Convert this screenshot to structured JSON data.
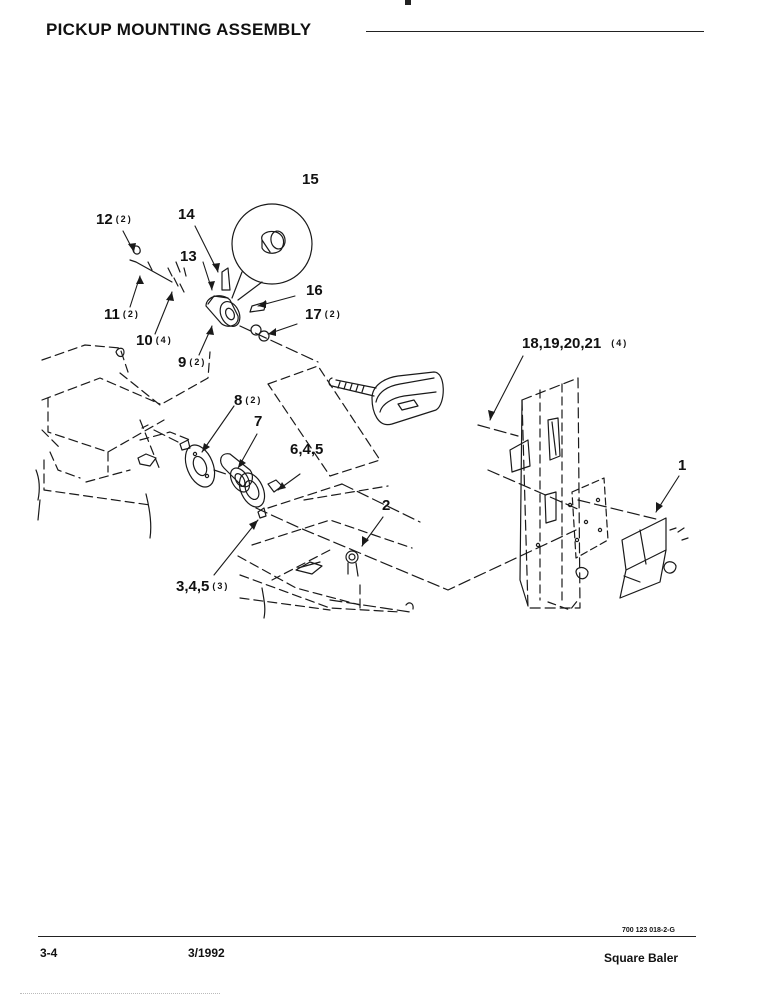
{
  "header": {
    "title": "PICKUP MOUNTING ASSEMBLY"
  },
  "callouts": [
    {
      "id": "c15",
      "label": "15",
      "qty": ""
    },
    {
      "id": "c12",
      "label": "12",
      "qty": "(2)"
    },
    {
      "id": "c14",
      "label": "14",
      "qty": ""
    },
    {
      "id": "c13",
      "label": "13",
      "qty": ""
    },
    {
      "id": "c16",
      "label": "16",
      "qty": ""
    },
    {
      "id": "c11",
      "label": "11",
      "qty": "(2)"
    },
    {
      "id": "c17",
      "label": "17",
      "qty": "(2)"
    },
    {
      "id": "c10",
      "label": "10",
      "qty": "(4)"
    },
    {
      "id": "c9",
      "label": "9",
      "qty": "(2)"
    },
    {
      "id": "c18",
      "label": "18,19,20,21",
      "qty": "(4)"
    },
    {
      "id": "c8",
      "label": "8",
      "qty": "(2)"
    },
    {
      "id": "c7",
      "label": "7",
      "qty": ""
    },
    {
      "id": "c645",
      "label": "6,4,5",
      "qty": ""
    },
    {
      "id": "c1",
      "label": "1",
      "qty": ""
    },
    {
      "id": "c2",
      "label": "2",
      "qty": ""
    },
    {
      "id": "c345",
      "label": "3,4,5",
      "qty": "(3)"
    }
  ],
  "footer": {
    "page": "3-4",
    "date": "3/1992",
    "code": "700 123 018-2-G",
    "product": "Square Baler"
  }
}
